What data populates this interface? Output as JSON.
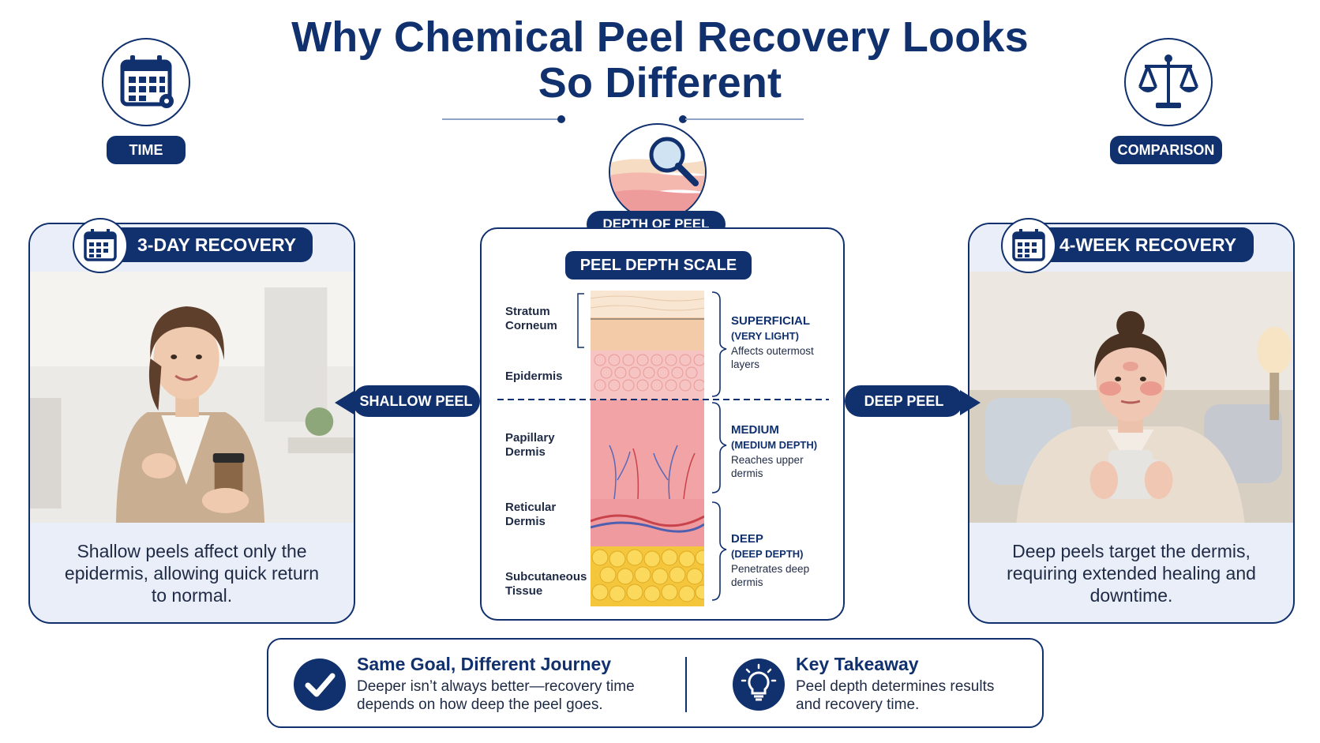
{
  "title": "Why Chemical Peel Recovery Looks So Different",
  "badges": {
    "time": "TIME",
    "comparison": "COMPARISON",
    "depth_of_peel": "DEPTH OF PEEL"
  },
  "icons": {
    "time": "calendar-icon",
    "comparison": "balance-scale-icon",
    "depth": "magnifying-glass-icon",
    "check": "check-icon",
    "takeaway": "lightbulb-icon"
  },
  "left_panel": {
    "heading": "3-DAY RECOVERY",
    "caption": "Shallow peels affect only the epidermis, allowing quick return to normal."
  },
  "right_panel": {
    "heading": "4-WEEK RECOVERY",
    "caption": "Deep peels target the dermis, requiring extended healing and downtime."
  },
  "arrows": {
    "left": "SHALLOW PEEL",
    "right": "DEEP PEEL"
  },
  "scale": {
    "title": "PEEL DEPTH SCALE",
    "layers": [
      {
        "line1": "Stratum",
        "line2": "Corneum"
      },
      {
        "line1": "Epidermis",
        "line2": ""
      },
      {
        "line1": "Papillary",
        "line2": "Dermis"
      },
      {
        "line1": "Reticular",
        "line2": "Dermis"
      },
      {
        "line1": "Subcutaneous",
        "line2": "Tissue"
      }
    ],
    "depths": [
      {
        "name": "SUPERFICIAL",
        "sub": "(VERY LIGHT)",
        "desc1": "Affects outermost",
        "desc2": "layers"
      },
      {
        "name": "MEDIUM",
        "sub": "(MEDIUM DEPTH)",
        "desc1": "Reaches upper",
        "desc2": "dermis"
      },
      {
        "name": "DEEP",
        "sub": "(DEEP DEPTH)",
        "desc1": "Penetrates deep",
        "desc2": "dermis"
      }
    ]
  },
  "bottom": {
    "left_title": "Same Goal, Different Journey",
    "left_text1": "Deeper isn’t always better—recovery time",
    "left_text2": "depends on how deep the peel goes.",
    "right_title": "Key Takeaway",
    "right_text1": "Peel depth determines results",
    "right_text2": "and recovery time."
  },
  "colors": {
    "navy": "#10306e",
    "panel_bg": "#e9eef8",
    "skin_pink": "#f1a3a6",
    "fat_yellow": "#f4c63c"
  }
}
